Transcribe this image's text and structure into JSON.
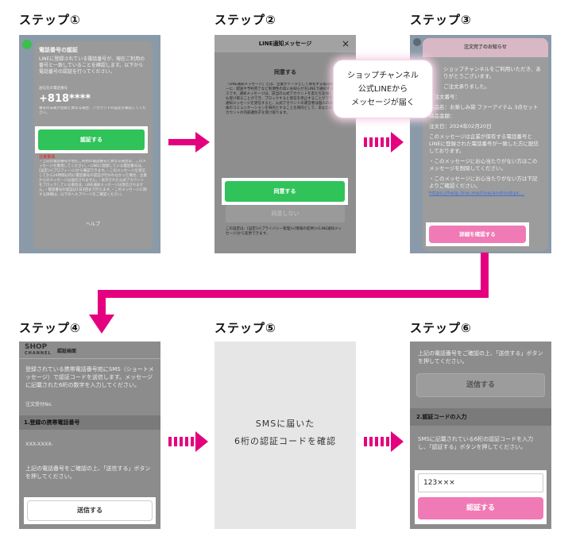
{
  "steps": {
    "s1": "ステップ①",
    "s2": "ステップ②",
    "s3": "ステップ③",
    "s4": "ステップ④",
    "s5": "ステップ⑤",
    "s6": "ステップ⑥"
  },
  "step1": {
    "title": "電話番号の認証",
    "body": "LINEに登録されている電話番号が、現在ご利用の番号と一致していることを確認します。以下から電話番号の認証を行ってください。",
    "phone_label": "送信先の電話番号",
    "phone_value": "+818****",
    "note": "番号の末尾が登録と異なる場合、アカウントの設定を確認してください。",
    "button": "認証する",
    "caution_title": "注意事項",
    "caution": "・上記の電話番号が現在ご利用の電話番号と異なる場合は、このメッセージを無視してください。・LINEに登録している電話番号は、[設定]>[プロフィール]から確認できます。・このメッセージを受信してから24時間以内に電話番号の認証が行われなかった場合、企業からのメッセージは送信されません。・表示された公式アカウントをブロックしている場合は、LINE通知メッセージは受信されません。・電話番号の認証は1日3回まで行えます。・このメッセージに関する詳細は、以下のヘルプページをご確認ください。",
    "help": "ヘルプ"
  },
  "step2": {
    "header": "LINE通知メッセージ",
    "close": "×",
    "subtitle": "同意する",
    "body": "「LINE通知メッセージ」とは、企業がデータとして保有する電話番号をキーに、配送や予約完了など利便性の高いお知らせをLINEで通知するサービスです。通知メッセージは、該当の公式アカウントを友だち追加しなくても受け取ることができ、ブロックすると受信を停止することができます。通知メッセージを受信すると、公式アカウントの運営者は個人の識別や今後のコミュニケーションを目的とすることを目的として、あなたの公式アカウントの内部識別子を受け取ります。",
    "agree": "同意する",
    "disagree": "同意しない",
    "footer": "この設定は、[設定]>[プライバシー管理]>[情報の提供]>[LINE通知メッセージ]から変更できます。"
  },
  "bubble": {
    "line1": "ショップチャンネル",
    "line2": "公式LINEから",
    "line3": "メッセージが届く"
  },
  "step3": {
    "header": "注文完了のお知らせ",
    "p1": "ショップチャンネルをご利用いただき、ありがとうございます。",
    "p2": "ご注文承りました。",
    "order_no": "ご注文番号：",
    "product": "商品名：お楽しみ袋 ファーアイテム 3点セット",
    "price": "商品金額：",
    "date": "注文日：2024年02月20日",
    "p3": "このメッセージは企業が保有する電話番号とLINEに登録された電話番号が一致した方に配信しております。",
    "p4": "・このメッセージにお心当たりがない方はこのメッセージを削除してください。",
    "p5": "・このメッセージにお心当たりがない方は下記よりご確認ください。",
    "link": "https://help.line.me/line/android/pc...",
    "button": "詳細を確認する"
  },
  "step4": {
    "logo_top": "SHOP",
    "logo_bottom": "CHANNEL",
    "header": "認証画面",
    "body": "登録されている携帯電話番号宛にSMS（ショートメッセージ）で認証コードを送信します。メッセージに記載された6桁の数字を入力してください。",
    "order_label": "注文受付No.",
    "section": "1.登録の携帯電話番号",
    "phone": "XXX-XXXX-",
    "confirm": "上記の電話番号をご確認の上、「送信する」ボタンを押してください。",
    "button": "送信する"
  },
  "step5": {
    "line1": "SMSに届いた",
    "line2": "6桁の認証コードを確認"
  },
  "step6": {
    "confirm": "上記の電話番号をご確認の上、「送信する」ボタンを押してください。",
    "send": "送信する",
    "section": "2.認証コードの入力",
    "instruction": "SMSに記載されている6桁の認証コードを入力し、「認証する」ボタンを押してください。",
    "code_value": "123×××",
    "button": "認証する"
  },
  "colors": {
    "accent_pink": "#e4007f",
    "line_green": "#2fc35a",
    "button_pink": "#f07ab5"
  }
}
